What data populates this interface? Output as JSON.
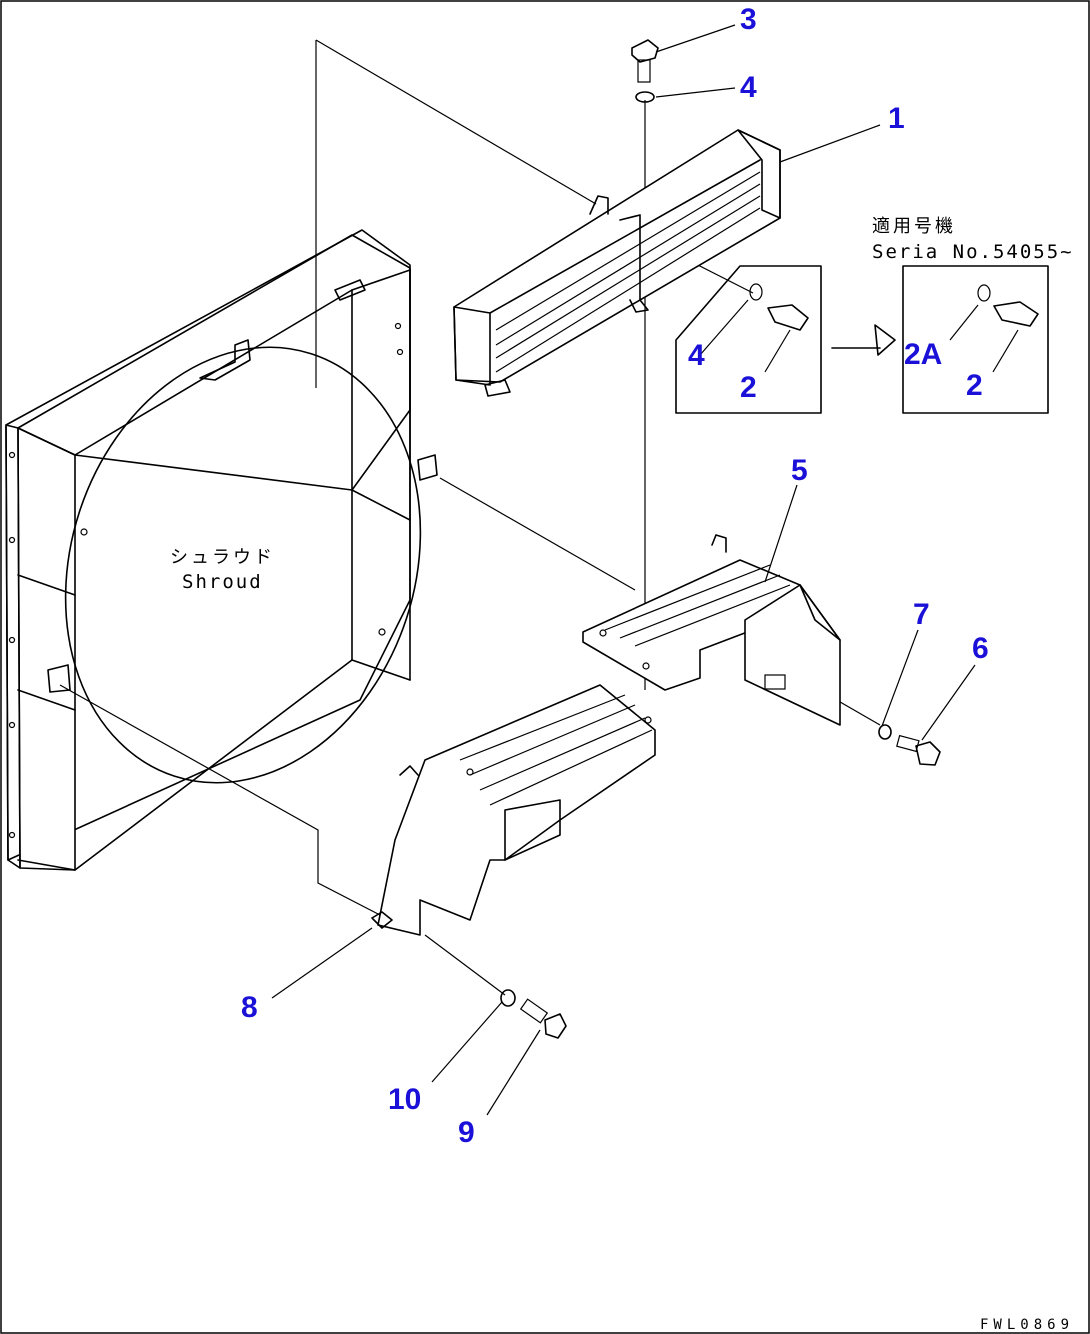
{
  "diagram": {
    "drawing_code": "FWL0869",
    "shroud_label_jp": "シュラウド",
    "shroud_label_en": "Shroud",
    "serial_label_jp": "適用号機",
    "serial_label_en": "Seria  No.54055~",
    "callouts": [
      "1",
      "2",
      "2",
      "2A",
      "3",
      "4",
      "4",
      "5",
      "6",
      "7",
      "8",
      "9",
      "10"
    ]
  }
}
